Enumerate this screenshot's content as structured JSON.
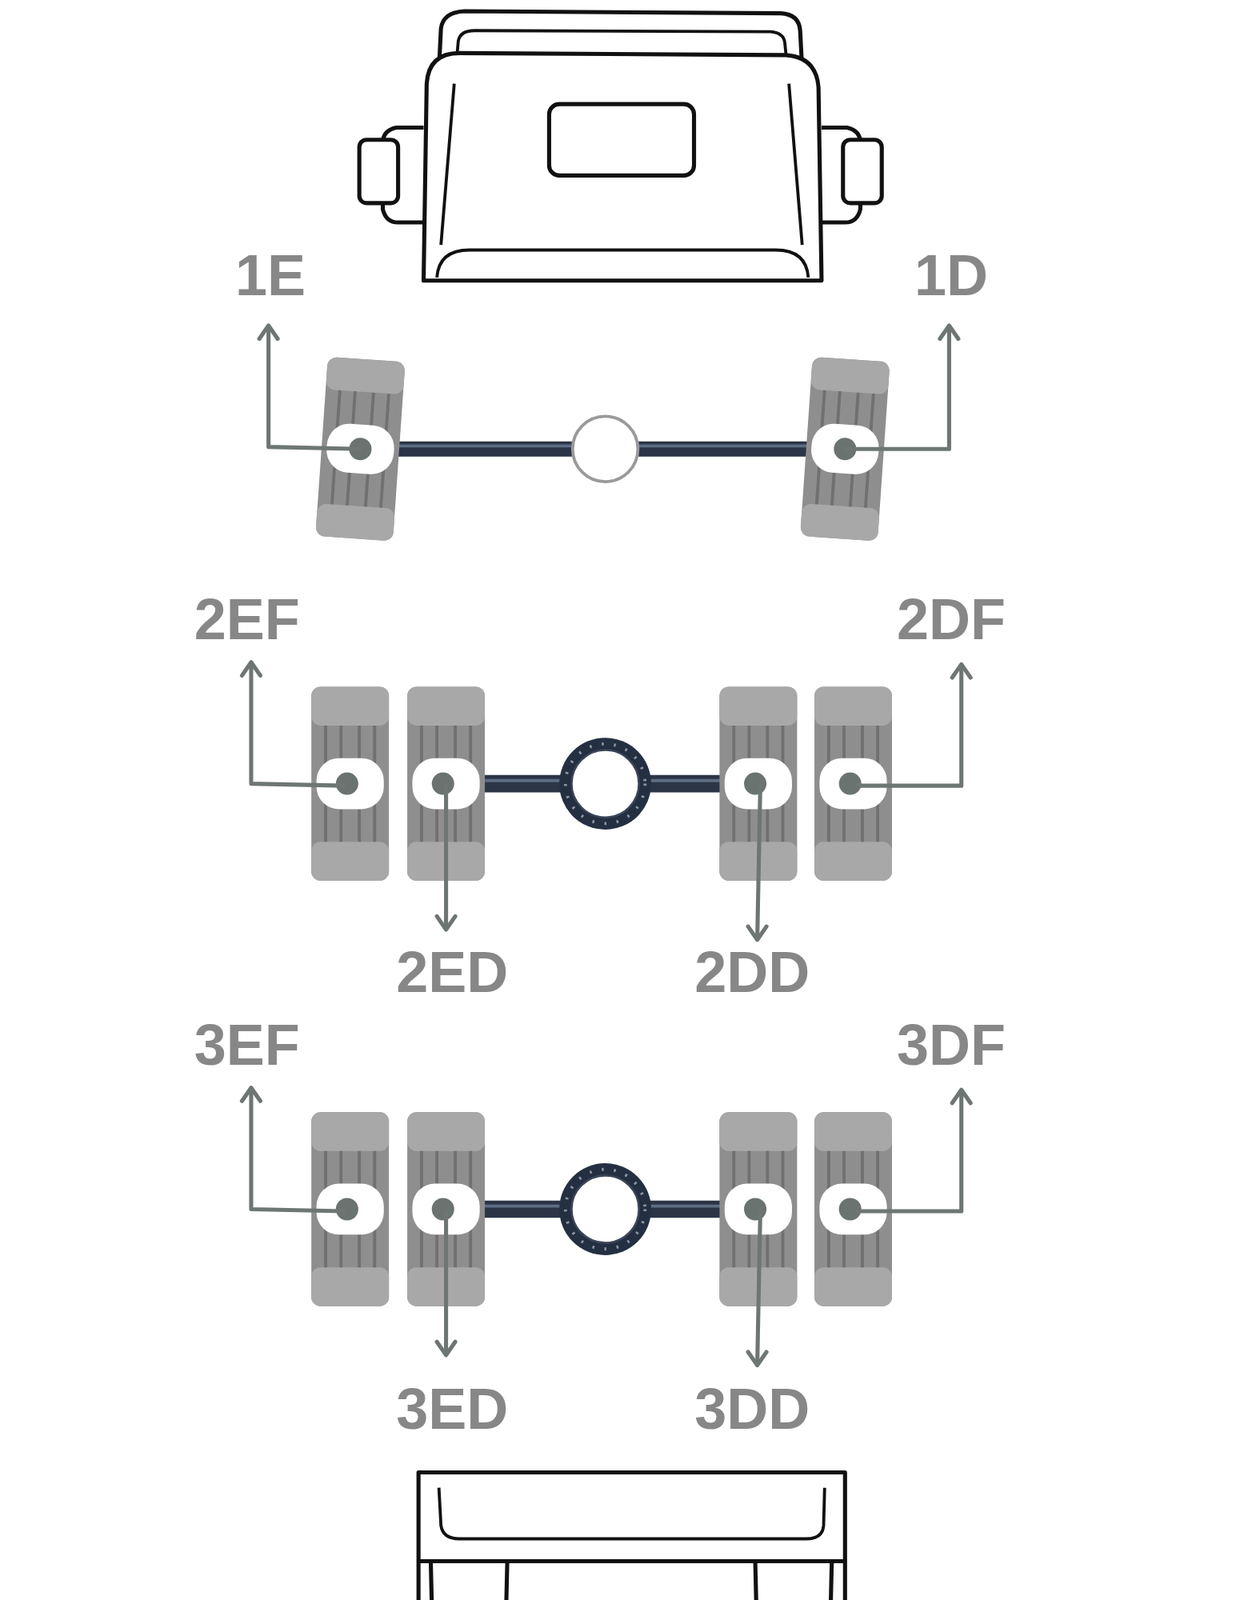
{
  "diagram": {
    "labels": [
      "1E",
      "1D",
      "2EF",
      "2DF",
      "2ED",
      "2DD",
      "3EF",
      "3DF",
      "3ED",
      "3DD"
    ]
  }
}
